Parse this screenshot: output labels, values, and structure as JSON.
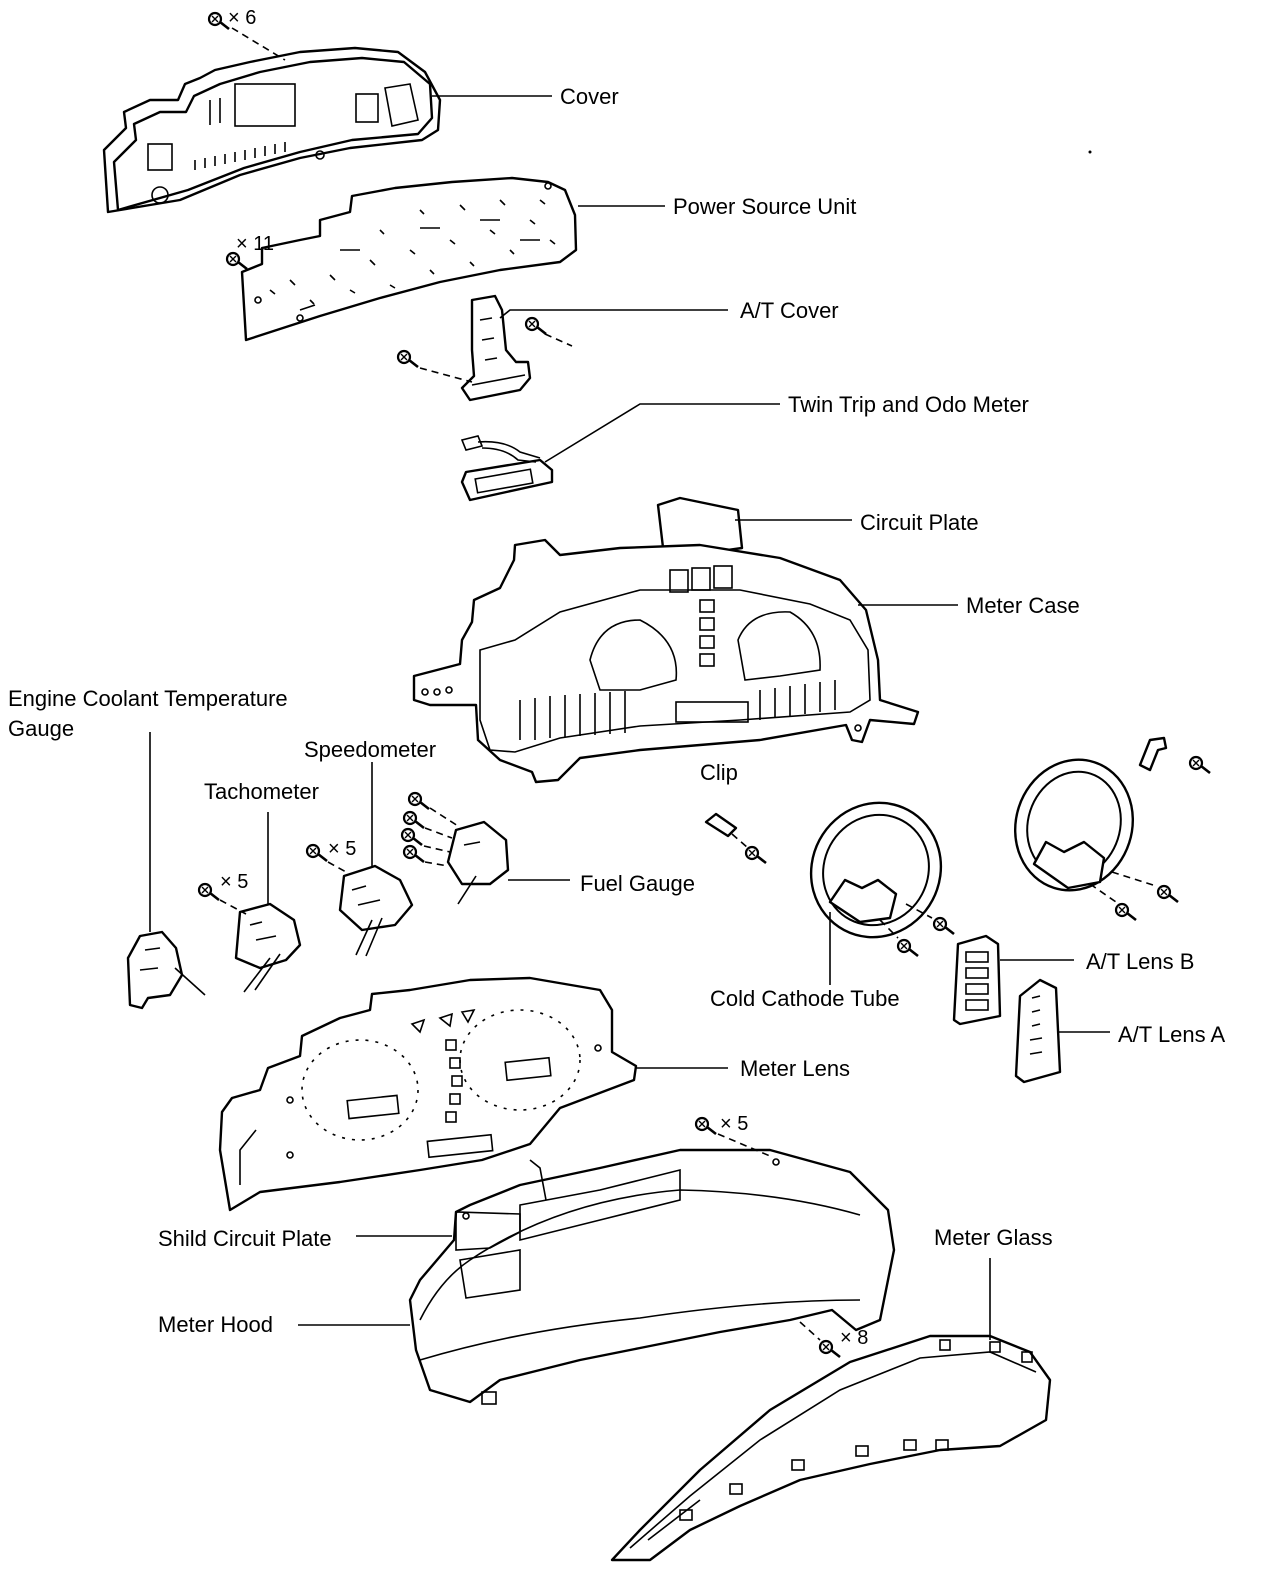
{
  "labels": {
    "cover": "Cover",
    "power_source_unit": "Power Source Unit",
    "at_cover": "A/T Cover",
    "twin_trip": "Twin Trip and Odo Meter",
    "circuit_plate": "Circuit Plate",
    "meter_case": "Meter Case",
    "engine_coolant_line1": "Engine Coolant Temperature",
    "engine_coolant_line2": "Gauge",
    "speedometer": "Speedometer",
    "tachometer": "Tachometer",
    "clip": "Clip",
    "fuel_gauge": "Fuel Gauge",
    "cold_cathode_tube": "Cold Cathode Tube",
    "at_lens_b": "A/T Lens B",
    "at_lens_a": "A/T Lens A",
    "meter_lens": "Meter Lens",
    "shild_circuit_plate": "Shild Circuit Plate",
    "meter_hood": "Meter Hood",
    "meter_glass": "Meter Glass"
  },
  "screw_counts": {
    "cover": "× 6",
    "power_source_unit": "× 11",
    "speedometer": "× 5",
    "tachometer": "× 5",
    "meter_hood": "× 5",
    "meter_glass": "× 8"
  },
  "icons": {
    "screw": "screw-icon"
  }
}
